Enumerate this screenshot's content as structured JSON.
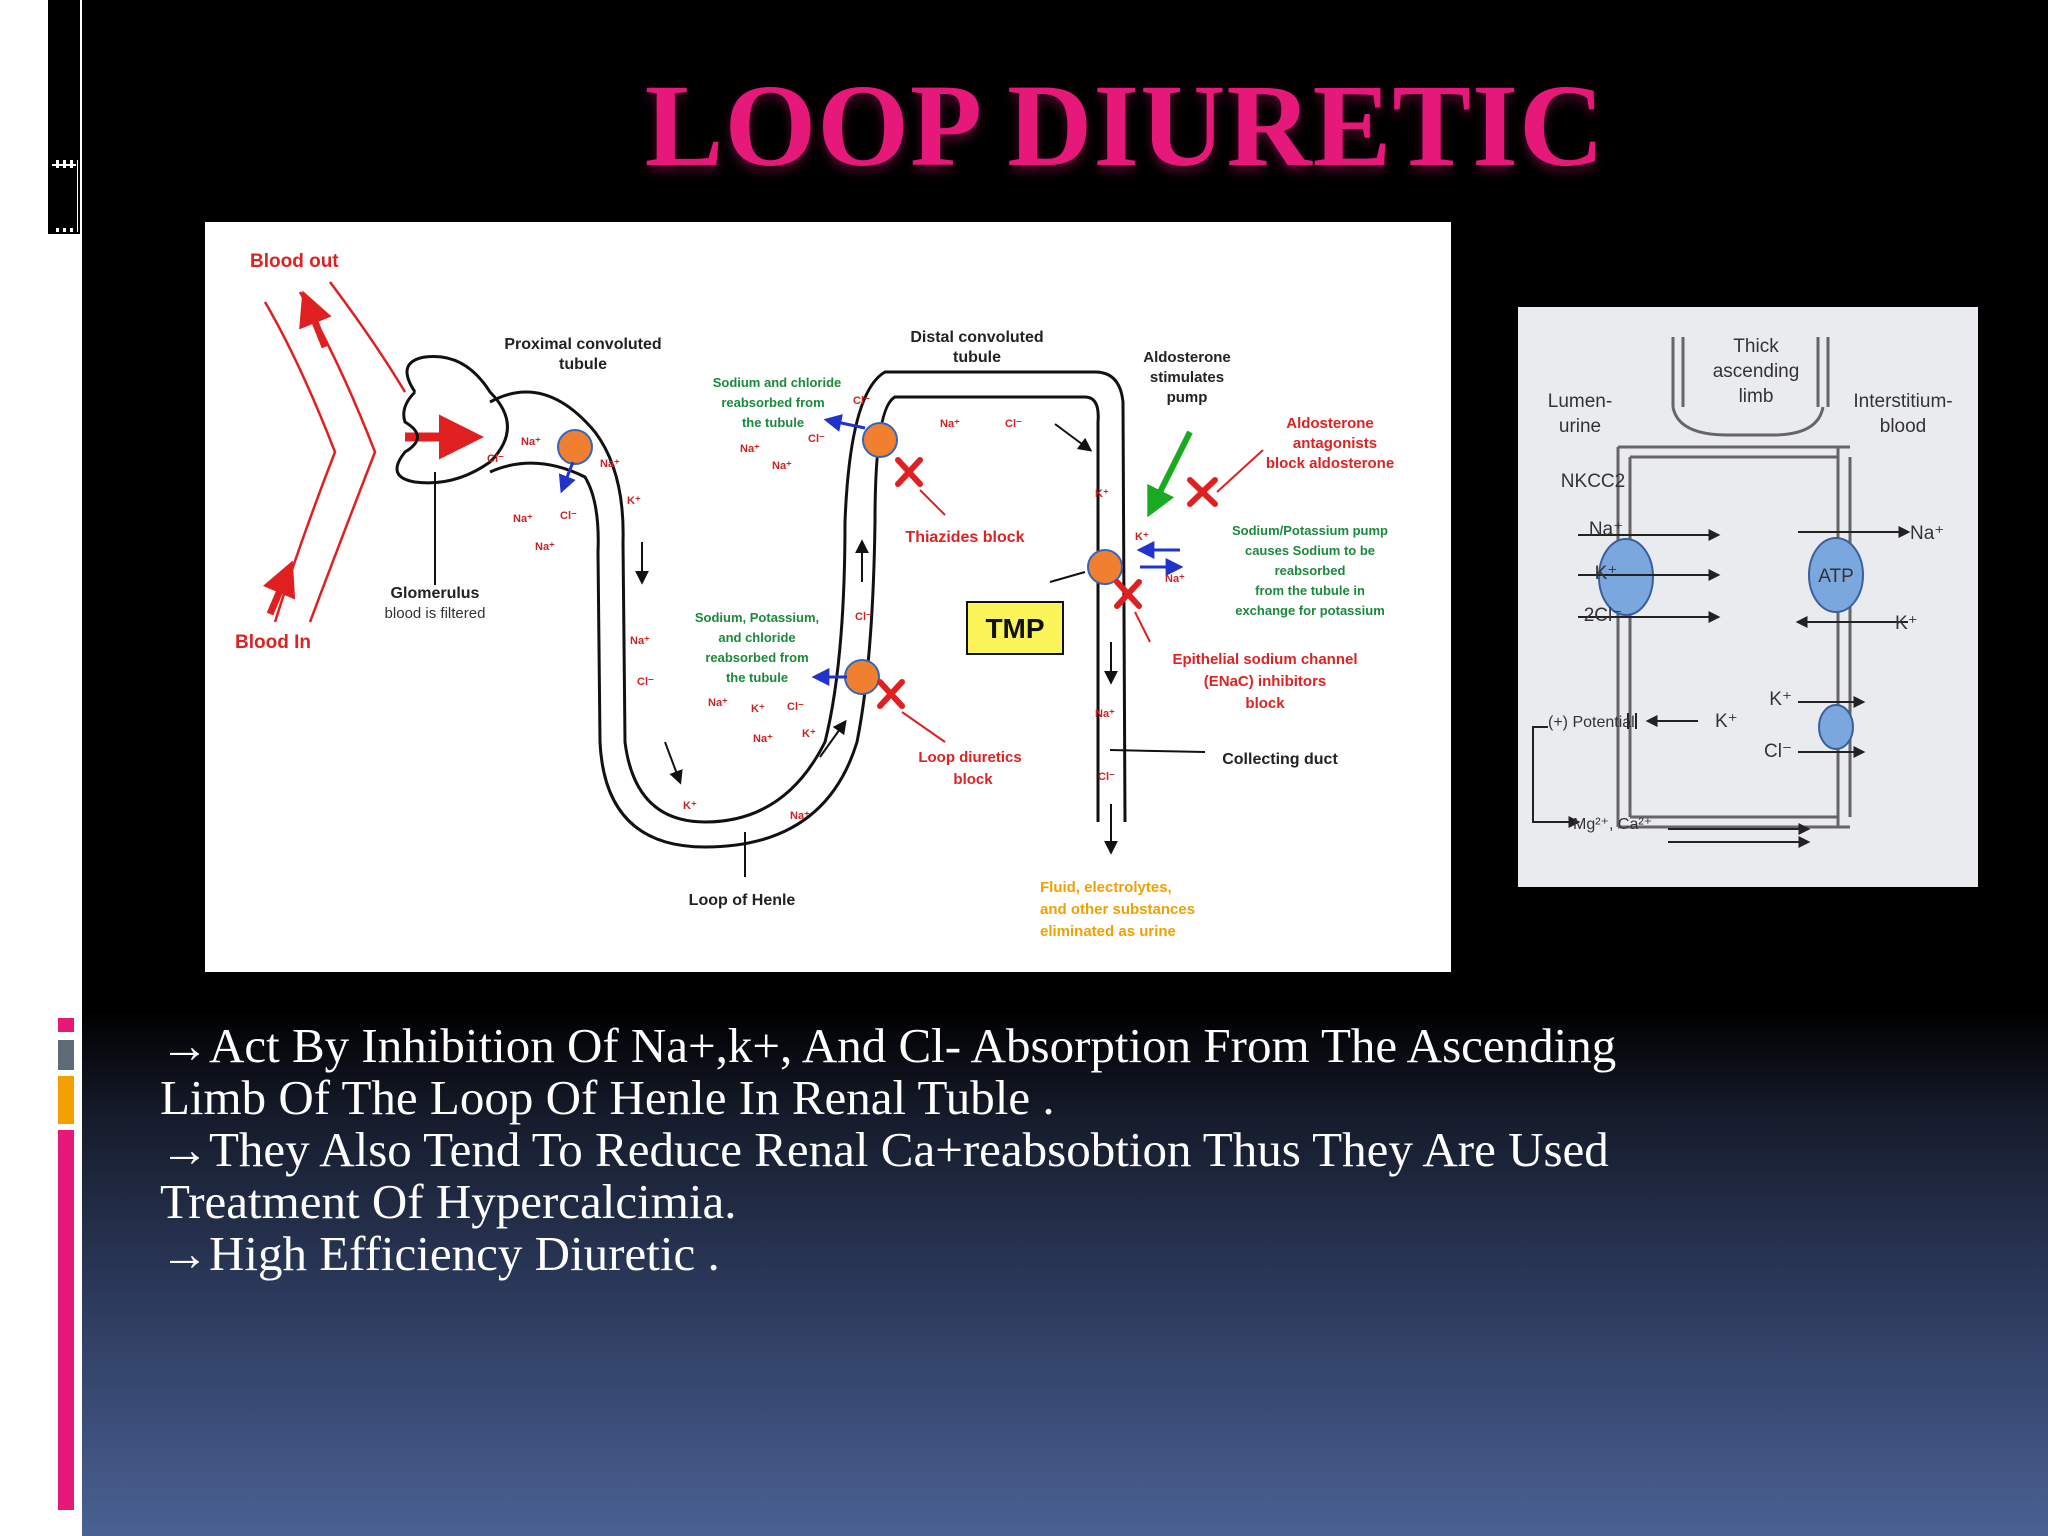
{
  "slide": {
    "title": "LOOP DIURETIC",
    "colors": {
      "title": "#e6197b",
      "accent_pink": "#e6197b",
      "accent_orange": "#f4a000",
      "accent_gray": "#5e6a76"
    }
  },
  "diagram": {
    "blood_out": "Blood out",
    "blood_in": "Blood In",
    "proximal_l1": "Proximal convoluted",
    "proximal_l2": "tubule",
    "distal_l1": "Distal convoluted",
    "distal_l2": "tubule",
    "aldo_l1": "Aldosterone",
    "aldo_l2": "stimulates",
    "aldo_l3": "pump",
    "antag_l1": "Aldosterone",
    "antag_l2": "antagonists",
    "antag_l3": "block aldosterone",
    "nacl_l1": "Sodium and chloride",
    "nacl_l2": "reabsorbed from",
    "nacl_l3": "the tubule",
    "glom_l1": "Glomerulus",
    "glom_l2": "blood is filtered",
    "thiazides": "Thiazides block",
    "pump_l1": "Sodium/Potassium pump",
    "pump_l2": "causes Sodium to be",
    "pump_l3": "reabsorbed",
    "pump_l4": "from the tubule in",
    "pump_l5": "exchange for potassium",
    "tmp": "TMP",
    "nakcl_l1": "Sodium, Potassium,",
    "nakcl_l2": "and chloride",
    "nakcl_l3": "reabsorbed from",
    "nakcl_l4": "the tubule",
    "enac_l1": "Epithelial sodium channel",
    "enac_l2": "(ENaC) inhibitors",
    "enac_l3": "block",
    "loopd_l1": "Loop diuretics",
    "loopd_l2": "block",
    "collecting": "Collecting duct",
    "henle": "Loop of Henle",
    "fluid_l1": "Fluid, electrolytes,",
    "fluid_l2": "and other substances",
    "fluid_l3": "eliminated as urine",
    "ions": {
      "na": "Na⁺",
      "cl": "Cl⁻",
      "k": "K⁺"
    }
  },
  "inset": {
    "thick_l1": "Thick",
    "thick_l2": "ascending",
    "thick_l3": "limb",
    "lumen_l1": "Lumen-",
    "lumen_l2": "urine",
    "inter_l1": "Interstitium-",
    "inter_l2": "blood",
    "nkcc2": "NKCC2",
    "na": "Na⁺",
    "k": "K⁺",
    "twocl": "2Cl⁻",
    "atp": "ATP",
    "cl": "Cl⁻",
    "potential": "(+) Potential",
    "mgca": "Mg²⁺, Ca²⁺"
  },
  "bullets": {
    "line1": "→Act By Inhibition Of Na+,k+, And Cl- Absorption From The Ascending",
    "line2": "Limb Of The Loop Of Henle In Renal Tuble .",
    "line3": "→They Also Tend To Reduce Renal Ca+reabsobtion Thus They Are Used",
    "line4": "Treatment Of Hypercalcimia.",
    "line5": "→High Efficiency Diuretic ."
  }
}
